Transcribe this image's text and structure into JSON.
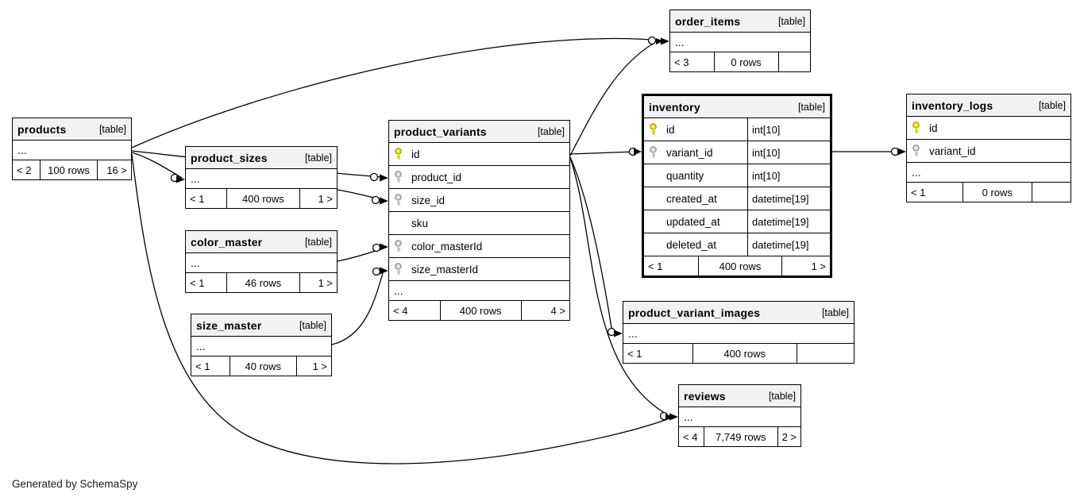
{
  "note": {
    "text": "Generated by SchemaSpy"
  },
  "colors": {
    "primary_key": "#e8e800",
    "foreign_key": "#d4d4d4",
    "header_bg": "#f2f2f2",
    "line": "#000000"
  },
  "tables": {
    "products": {
      "name": "products",
      "tag": "[table]",
      "ellipsis": "...",
      "footer": {
        "prev": "< 2",
        "rows": "100 rows",
        "next": "16 >"
      }
    },
    "product_sizes": {
      "name": "product_sizes",
      "tag": "[table]",
      "ellipsis": "...",
      "footer": {
        "prev": "< 1",
        "rows": "400 rows",
        "next": "1 >"
      }
    },
    "color_master": {
      "name": "color_master",
      "tag": "[table]",
      "ellipsis": "...",
      "footer": {
        "prev": "< 1",
        "rows": "46 rows",
        "next": "1 >"
      }
    },
    "size_master": {
      "name": "size_master",
      "tag": "[table]",
      "ellipsis": "...",
      "footer": {
        "prev": "< 1",
        "rows": "40 rows",
        "next": "1 >"
      }
    },
    "product_variants": {
      "name": "product_variants",
      "tag": "[table]",
      "ellipsis": "...",
      "columns": [
        {
          "name": "id",
          "key": "primary"
        },
        {
          "name": "product_id",
          "key": "foreign"
        },
        {
          "name": "size_id",
          "key": "foreign"
        },
        {
          "name": "sku",
          "key": null
        },
        {
          "name": "color_masterId",
          "key": "foreign"
        },
        {
          "name": "size_masterId",
          "key": "foreign"
        }
      ],
      "footer": {
        "prev": "< 4",
        "rows": "400 rows",
        "next": "4 >"
      }
    },
    "order_items": {
      "name": "order_items",
      "tag": "[table]",
      "ellipsis": "...",
      "footer": {
        "prev": "< 3",
        "rows": "0 rows",
        "next": ""
      }
    },
    "inventory": {
      "name": "inventory",
      "tag": "[table]",
      "columns": [
        {
          "name": "id",
          "type": "int[10]",
          "key": "primary"
        },
        {
          "name": "variant_id",
          "type": "int[10]",
          "key": "foreign"
        },
        {
          "name": "quantity",
          "type": "int[10]",
          "key": null
        },
        {
          "name": "created_at",
          "type": "datetime[19]",
          "key": null
        },
        {
          "name": "updated_at",
          "type": "datetime[19]",
          "key": null
        },
        {
          "name": "deleted_at",
          "type": "datetime[19]",
          "key": null
        }
      ],
      "footer": {
        "prev": "< 1",
        "rows": "400 rows",
        "next": "1 >"
      }
    },
    "inventory_logs": {
      "name": "inventory_logs",
      "tag": "[table]",
      "ellipsis": "...",
      "columns": [
        {
          "name": "id",
          "key": "primary"
        },
        {
          "name": "variant_id",
          "key": "foreign"
        }
      ],
      "footer": {
        "prev": "< 1",
        "rows": "0 rows",
        "next": ""
      }
    },
    "product_variant_images": {
      "name": "product_variant_images",
      "tag": "[table]",
      "ellipsis": "...",
      "footer": {
        "prev": "< 1",
        "rows": "400 rows",
        "next": ""
      }
    },
    "reviews": {
      "name": "reviews",
      "tag": "[table]",
      "ellipsis": "...",
      "footer": {
        "prev": "< 4",
        "rows": "7,749 rows",
        "next": "2 >"
      }
    }
  }
}
